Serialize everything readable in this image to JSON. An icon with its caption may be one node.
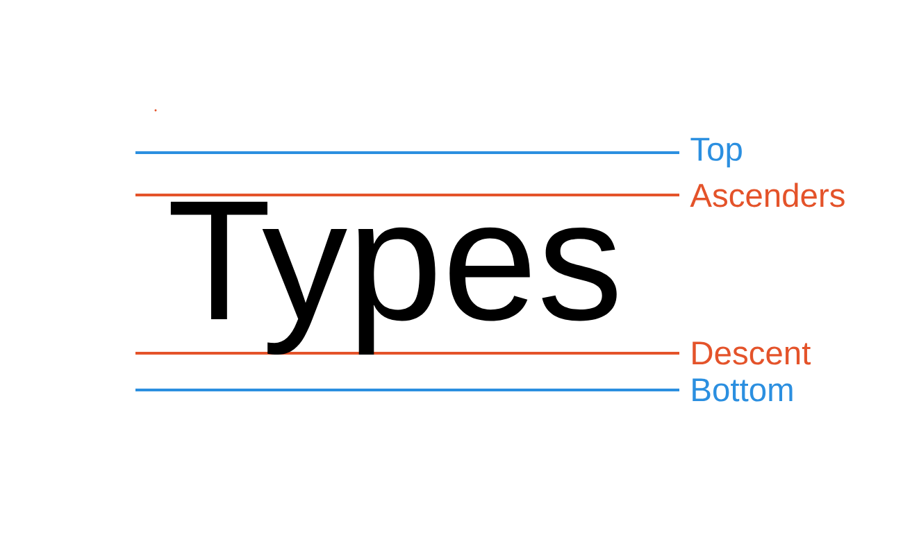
{
  "diagram": {
    "labels": [
      "Types",
      "Top",
      "Ascenders",
      "Descent",
      "Bottom"
    ]
  }
}
